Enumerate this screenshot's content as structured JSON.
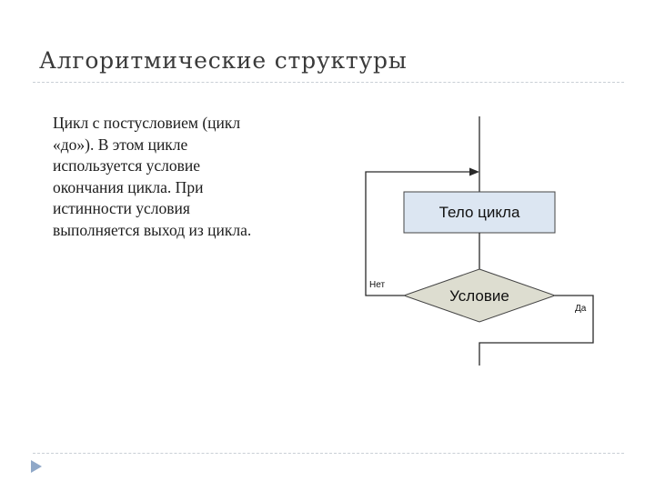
{
  "slide": {
    "title": "Алгоритмические структуры",
    "body": "Цикл с постусловием (цикл «до»). В этом цикле используется условие окончания цикла. При истинности условия выполняется выход из цикла."
  },
  "flowchart": {
    "process_label": "Тело цикла",
    "decision_label": "Условие",
    "no_label": "Нет",
    "yes_label": "Да"
  },
  "colors": {
    "process_fill": "#dce6f2",
    "decision_fill": "#ddddd0",
    "line": "#2a2a2a"
  },
  "icons": {
    "nav": "triangle-right-icon"
  }
}
